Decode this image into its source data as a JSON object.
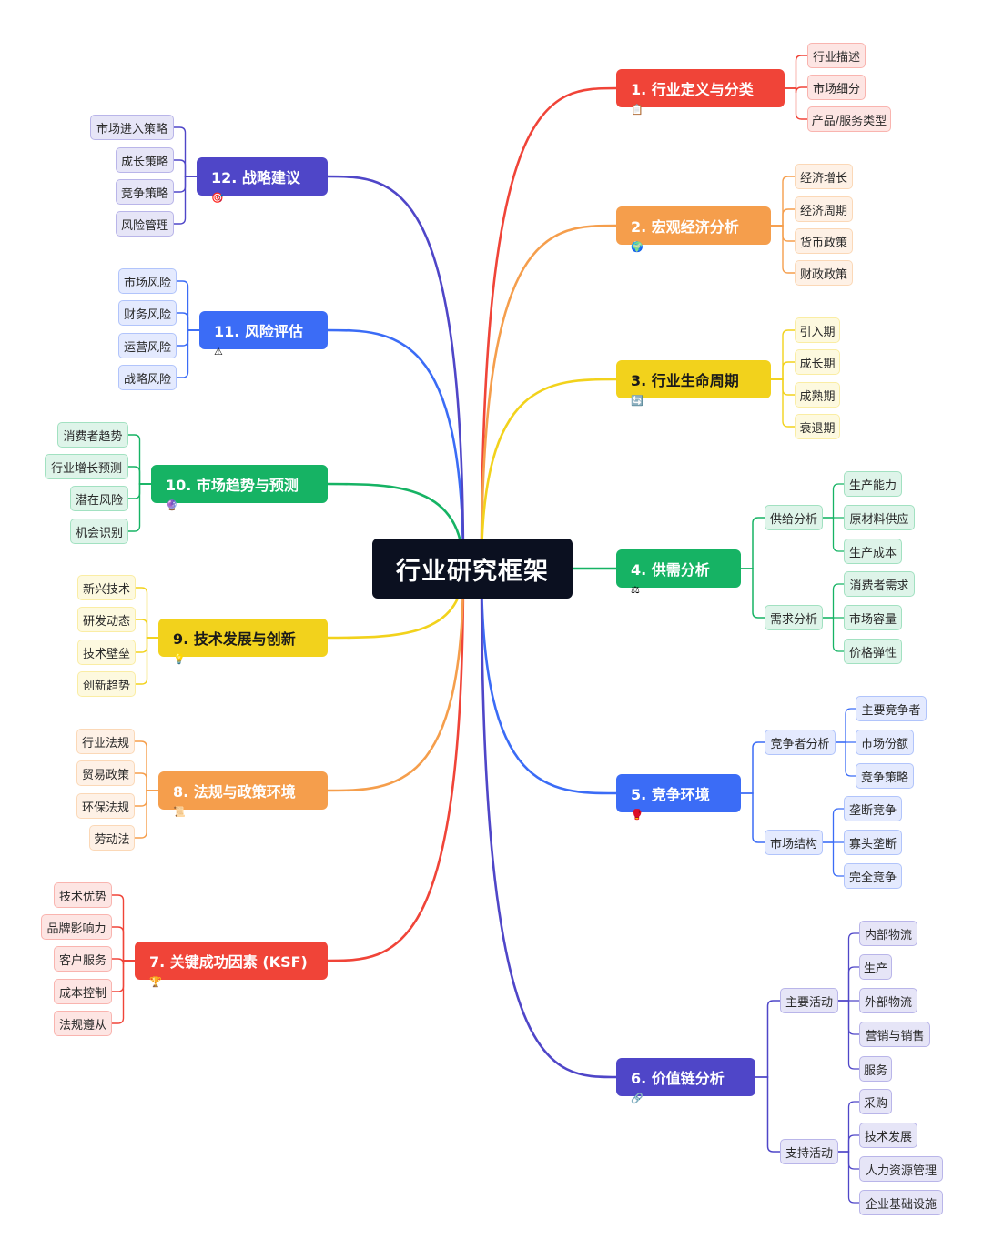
{
  "root": {
    "label": "行业研究框架"
  },
  "branches": [
    {
      "id": "b1",
      "label": "1. 行业定义与分类",
      "icon": "clipboard-icon",
      "glyph": "📋",
      "color": "#f04438",
      "leaves": [
        "行业描述",
        "市场细分",
        "产品/服务类型"
      ]
    },
    {
      "id": "b2",
      "label": "2. 宏观经济分析",
      "icon": "globe-icon",
      "glyph": "🌍",
      "color": "#f59e4c",
      "leaves": [
        "经济增长",
        "经济周期",
        "货币政策",
        "财政政策"
      ]
    },
    {
      "id": "b3",
      "label": "3. 行业生命周期",
      "icon": "cycle-icon",
      "glyph": "🔄",
      "color": "#f2d21c",
      "leaves": [
        "引入期",
        "成长期",
        "成熟期",
        "衰退期"
      ]
    },
    {
      "id": "b4",
      "label": "4. 供需分析",
      "icon": "scale-icon",
      "glyph": "⚖",
      "color": "#16b364",
      "groups": [
        {
          "label": "供给分析",
          "leaves": [
            "生产能力",
            "原材料供应",
            "生产成本"
          ]
        },
        {
          "label": "需求分析",
          "leaves": [
            "消费者需求",
            "市场容量",
            "价格弹性"
          ]
        }
      ]
    },
    {
      "id": "b5",
      "label": "5. 竞争环境",
      "icon": "boxing-glove-icon",
      "glyph": "🥊",
      "color": "#3b6cf6",
      "groups": [
        {
          "label": "竞争者分析",
          "leaves": [
            "主要竞争者",
            "市场份额",
            "竞争策略"
          ]
        },
        {
          "label": "市场结构",
          "leaves": [
            "垄断竞争",
            "寡头垄断",
            "完全竞争"
          ]
        }
      ]
    },
    {
      "id": "b6",
      "label": "6. 价值链分析",
      "icon": "link-icon",
      "glyph": "🔗",
      "color": "#4f46c8",
      "groups": [
        {
          "label": "主要活动",
          "leaves": [
            "内部物流",
            "生产",
            "外部物流",
            "营销与销售",
            "服务"
          ]
        },
        {
          "label": "支持活动",
          "leaves": [
            "采购",
            "技术发展",
            "人力资源管理",
            "企业基础设施"
          ]
        }
      ]
    },
    {
      "id": "b7",
      "label": "7. 关键成功因素 (KSF)",
      "icon": "trophy-icon",
      "glyph": "🏆",
      "color": "#f04438",
      "leaves": [
        "技术优势",
        "品牌影响力",
        "客户服务",
        "成本控制",
        "法规遵从"
      ]
    },
    {
      "id": "b8",
      "label": "8. 法规与政策环境",
      "icon": "scroll-icon",
      "glyph": "📜",
      "color": "#f59e4c",
      "leaves": [
        "行业法规",
        "贸易政策",
        "环保法规",
        "劳动法"
      ]
    },
    {
      "id": "b9",
      "label": "9. 技术发展与创新",
      "icon": "lightbulb-icon",
      "glyph": "💡",
      "color": "#f2d21c",
      "leaves": [
        "新兴技术",
        "研发动态",
        "技术壁垒",
        "创新趋势"
      ]
    },
    {
      "id": "b10",
      "label": "10. 市场趋势与预测",
      "icon": "crystal-ball-icon",
      "glyph": "🔮",
      "color": "#16b364",
      "leaves": [
        "消费者趋势",
        "行业增长预测",
        "潜在风险",
        "机会识别"
      ]
    },
    {
      "id": "b11",
      "label": "11. 风险评估",
      "icon": "warning-icon",
      "glyph": "⚠",
      "color": "#3b6cf6",
      "leaves": [
        "市场风险",
        "财务风险",
        "运营风险",
        "战略风险"
      ]
    },
    {
      "id": "b12",
      "label": "12. 战略建议",
      "icon": "target-icon",
      "glyph": "🎯",
      "color": "#4f46c8",
      "leaves": [
        "市场进入策略",
        "成长策略",
        "竞争策略",
        "风险管理"
      ]
    }
  ]
}
